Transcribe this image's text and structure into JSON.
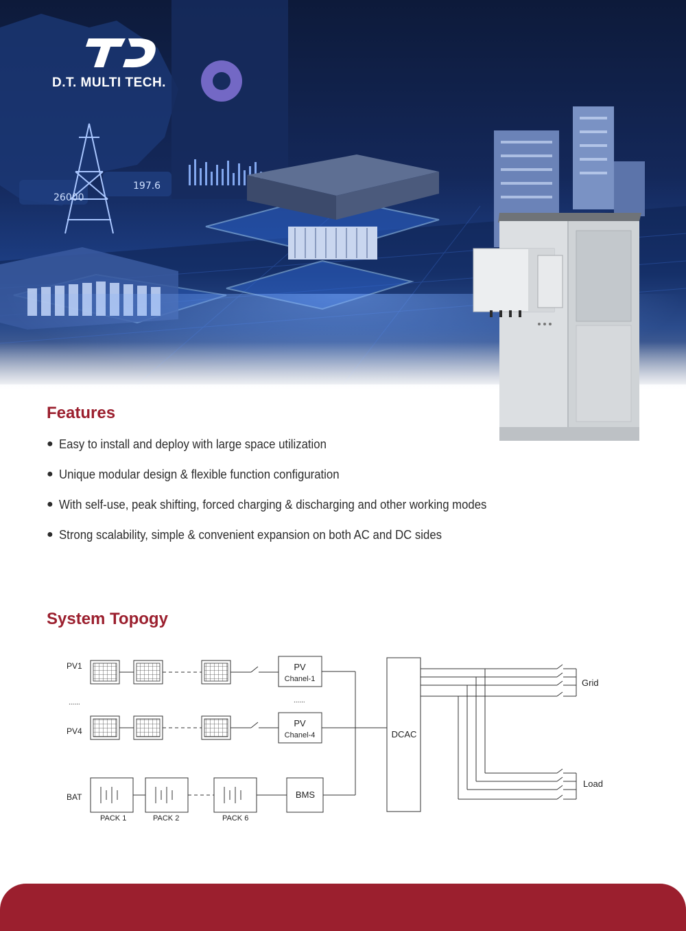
{
  "brand": {
    "name": "D.T. MULTI TECH."
  },
  "hero": {
    "kpi_1": "26000",
    "kpi_2": "197.6"
  },
  "features": {
    "title": "Features",
    "items": [
      "Easy to install and deploy with large space utilization",
      "Unique modular design & flexible function configuration",
      "With self-use, peak shifting, forced charging & discharging and other working modes",
      "Strong scalability, simple & convenient expansion on both AC and DC sides"
    ]
  },
  "topology": {
    "title": "System Topogy",
    "labels": {
      "pv1": "PV1",
      "pv4": "PV4",
      "bat": "BAT",
      "dots_left": "......",
      "dots_mid": "......",
      "pv_ch1_a": "PV",
      "pv_ch1_b": "Chanel-1",
      "pv_ch4_a": "PV",
      "pv_ch4_b": "Chanel-4",
      "bms": "BMS",
      "dcac": "DCAC",
      "grid": "Grid",
      "load": "Load",
      "pack1": "PACK 1",
      "pack2": "PACK 2",
      "pack6": "PACK 6"
    }
  },
  "colors": {
    "accent": "#9b1f2e",
    "hero_dark": "#0d1a3a",
    "hero_blue": "#4f7fd6"
  }
}
